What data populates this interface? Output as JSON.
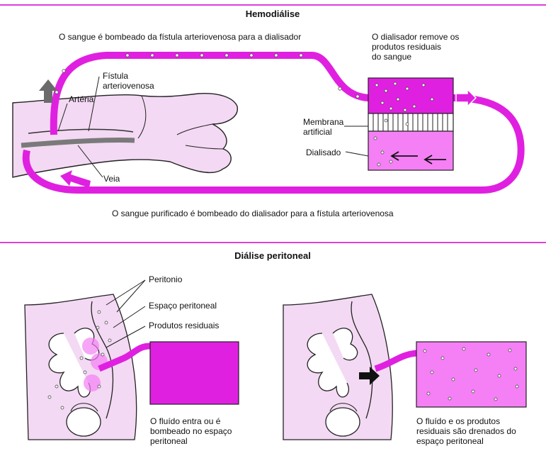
{
  "hemodialysis": {
    "title": "Hemodiálise",
    "caption_top": "O sangue é bombeado da fístula arteriovenosa para a dialisador",
    "caption_bottom": "O sangue purificado é bombeado do dialisador para a fístula arteriovenosa",
    "dialyzer_note": "O dialisador remove os\nprodutos residuais\ndo sangue",
    "label_fistula": "Fístula\narteriovenosa",
    "label_artery": "Artéria",
    "label_vein": "Veia",
    "label_membrane": "Membrana\nartificial",
    "label_dialysate": "Dialisado"
  },
  "peritoneal": {
    "title": "Diálise peritoneal",
    "label_peritoneum": "Peritonio",
    "label_space": "Espaço peritoneal",
    "label_waste": "Produtos residuais",
    "caption_left": "O fluído entra ou é\nbombeado no espaço\nperitoneal",
    "caption_right": "O fluído e os produtos\nresiduais são drenados do\nespaço peritoneal"
  },
  "colors": {
    "magenta": "#e020e0",
    "light_pink": "#f3d9f3",
    "dialysate_pink": "#f57ff5",
    "gray_arrow": "#6b6b6b",
    "divider": "#d000d0"
  }
}
